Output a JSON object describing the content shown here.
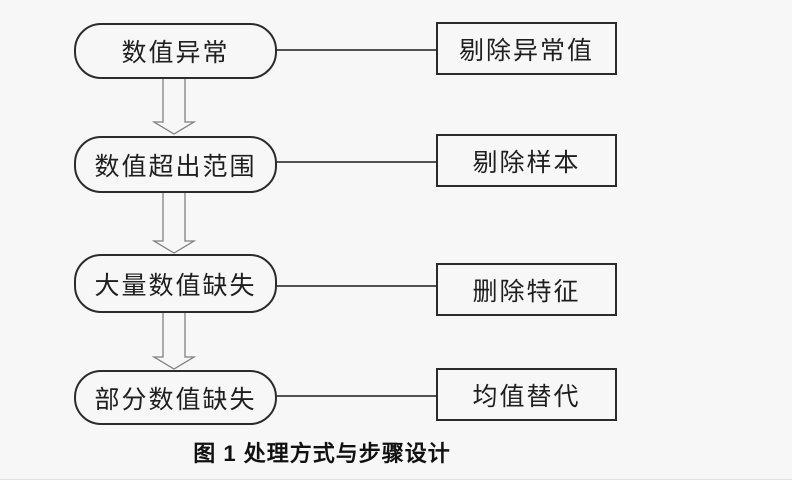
{
  "figure": {
    "caption": "图 1 处理方式与步骤设计",
    "flow_rows": [
      {
        "condition": "数值异常",
        "action": "剔除异常值"
      },
      {
        "condition": "数值超出范围",
        "action": "剔除样本"
      },
      {
        "condition": "大量数值缺失",
        "action": "删除特征"
      },
      {
        "condition": "部分数值缺失",
        "action": "均值替代"
      }
    ],
    "colors": {
      "background": "#f7f7f7",
      "box_border": "#2b2b2b",
      "text": "#1f1f1f",
      "connector_line": "#3a3a3a",
      "arrow_outline": "#808080"
    }
  }
}
